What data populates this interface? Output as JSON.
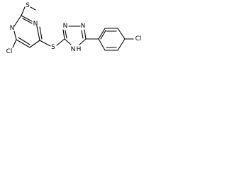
{
  "atoms": {
    "methyl_sulfur": "S",
    "pyrimidine_n_top": "N",
    "pyrimidine_n_bottom": "N",
    "pyrimidine_cl": "Cl",
    "thioether_sulfur": "S",
    "triazole_n_left": "N",
    "triazole_n_right": "N",
    "triazole_nh_n": "N",
    "triazole_nh_h": "H",
    "phenyl_cl": "Cl"
  }
}
